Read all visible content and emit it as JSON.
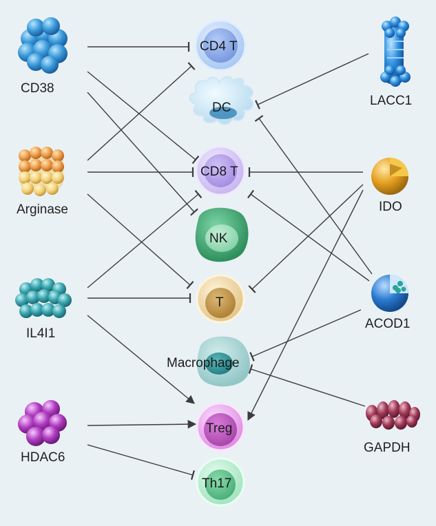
{
  "enzymes": {
    "cd38": "CD38",
    "arginase": "Arginase",
    "il4i1": "IL4I1",
    "hdac6": "HDAC6",
    "lacc1": "LACC1",
    "ido": "IDO",
    "acod1": "ACOD1",
    "gapdh": "GAPDH"
  },
  "cells": {
    "cd4t": "CD4 T",
    "dc": "DC",
    "cd8t": "CD8 T",
    "nk": "NK",
    "t": "T",
    "macrophage": "Macrophage",
    "treg": "Treg",
    "th17": "Th17"
  },
  "connections": [
    {
      "from": "CD38",
      "to": "CD4 T",
      "type": "inhibit"
    },
    {
      "from": "CD38",
      "to": "CD8 T",
      "type": "inhibit"
    },
    {
      "from": "CD38",
      "to": "NK",
      "type": "inhibit"
    },
    {
      "from": "Arginase",
      "to": "CD4 T",
      "type": "inhibit"
    },
    {
      "from": "Arginase",
      "to": "CD8 T",
      "type": "inhibit"
    },
    {
      "from": "Arginase",
      "to": "T",
      "type": "inhibit"
    },
    {
      "from": "IL4I1",
      "to": "CD8 T",
      "type": "inhibit"
    },
    {
      "from": "IL4I1",
      "to": "T",
      "type": "inhibit"
    },
    {
      "from": "IL4I1",
      "to": "Treg",
      "type": "promote"
    },
    {
      "from": "HDAC6",
      "to": "Treg",
      "type": "promote"
    },
    {
      "from": "HDAC6",
      "to": "Th17",
      "type": "inhibit"
    },
    {
      "from": "LACC1",
      "to": "DC",
      "type": "inhibit"
    },
    {
      "from": "IDO",
      "to": "CD8 T",
      "type": "inhibit"
    },
    {
      "from": "IDO",
      "to": "T",
      "type": "inhibit"
    },
    {
      "from": "IDO",
      "to": "Treg",
      "type": "promote"
    },
    {
      "from": "ACOD1",
      "to": "DC",
      "type": "inhibit"
    },
    {
      "from": "ACOD1",
      "to": "CD8 T",
      "type": "inhibit"
    },
    {
      "from": "ACOD1",
      "to": "Macrophage",
      "type": "inhibit"
    },
    {
      "from": "GAPDH",
      "to": "Macrophage",
      "type": "inhibit"
    }
  ],
  "colors": {
    "background": "#eaf1f5",
    "cd38": "#3a9ad9",
    "arginase": "#f0a050",
    "il4i1": "#3aa6b0",
    "hdac6": "#b03cc0",
    "lacc1": "#2d8fe0",
    "ido": "#e5a020",
    "acod1": "#2a7ad0",
    "gapdh": "#a03a58",
    "cd4t": "#a9c8f2",
    "dc": "#bcdcf0",
    "cd8t": "#c7b6f0",
    "nk": "#4fb480",
    "t": "#e3c588",
    "macrophage": "#92c6c6",
    "treg": "#e08ee2",
    "th17": "#a3e4bf"
  }
}
